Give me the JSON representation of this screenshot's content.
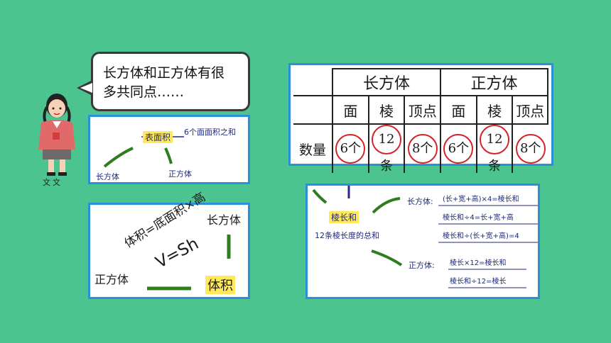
{
  "speech": {
    "text_line1": "长方体和正方体有很",
    "text_line2": "多共同点……"
  },
  "character": {
    "name": "文文"
  },
  "card_surface": {
    "center_label": "表面积",
    "definition": "6个面面积之和",
    "left_label": "长方体",
    "right_label": "正方体"
  },
  "card_volume": {
    "formula_words": "体积=底面积×高",
    "formula": "V=Sh",
    "top_label": "长方体",
    "left_label": "正方体",
    "center_label": "体积"
  },
  "table": {
    "col_groups": [
      "长方体",
      "正方体"
    ],
    "sub_headers": [
      "面",
      "棱",
      "顶点",
      "面",
      "棱",
      "顶点"
    ],
    "row_label": "数量",
    "values": [
      "6个",
      "12条",
      "8个",
      "6个",
      "12条",
      "8个"
    ]
  },
  "card_edges": {
    "center_label": "棱长和",
    "definition": "12条棱长度的总和",
    "cuboid_label": "长方体:",
    "cuboid_formulas": [
      "(长+宽+高)×4=棱长和",
      "棱长和÷4=长+宽+高",
      "棱长和÷(长+宽+高)=4"
    ],
    "cube_label": "正方体:",
    "cube_formulas": [
      "棱长×12=棱长和",
      "棱长和÷12=棱长"
    ]
  },
  "colors": {
    "background": "#4cc48f",
    "card_border": "#2d8fd6",
    "highlight": "#ffe95a",
    "stroke": "#2e7d1e",
    "circle": "#d4232a"
  }
}
